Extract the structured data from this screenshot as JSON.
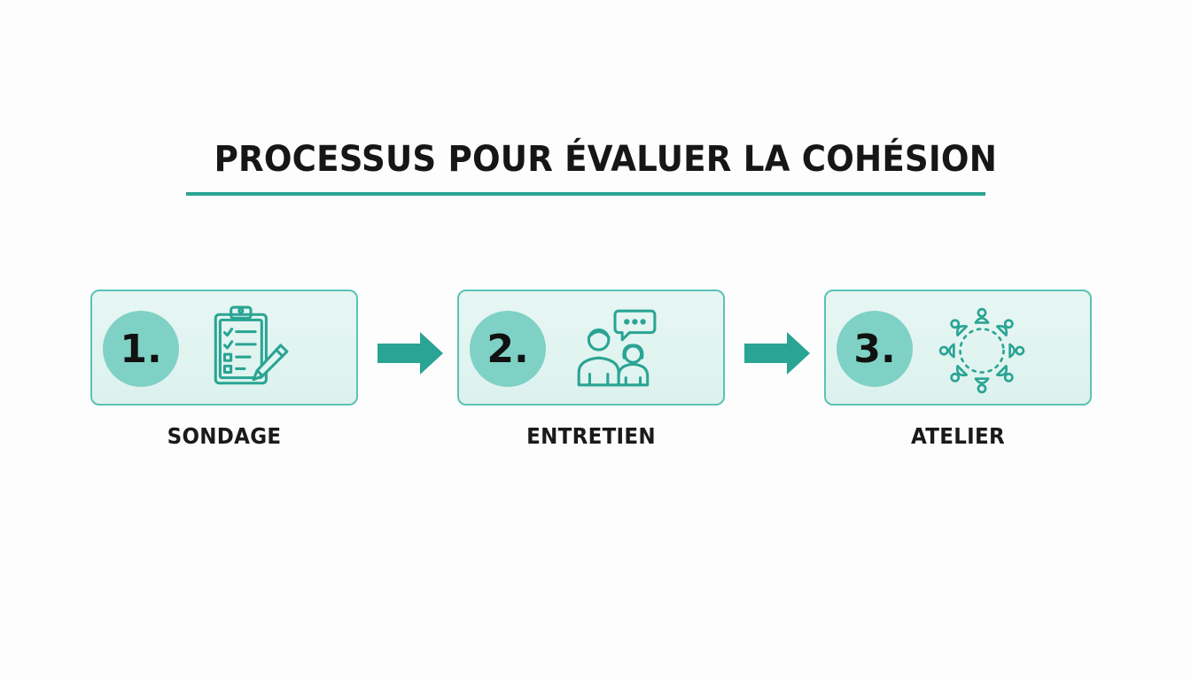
{
  "title": "PROCESSUS POUR ÉVALUER LA COHÉSION",
  "colors": {
    "accent": "#2aa494",
    "card_border": "#5cc2b3",
    "card_fill": "#e2f4f0",
    "circle_fill": "#7fd1c5",
    "text": "#161616"
  },
  "steps": [
    {
      "number": "1.",
      "label": "SONDAGE",
      "icon": "clipboard-checklist-pencil-icon"
    },
    {
      "number": "2.",
      "label": "ENTRETIEN",
      "icon": "two-people-speech-bubble-icon"
    },
    {
      "number": "3.",
      "label": "ATELIER",
      "icon": "people-circle-icon"
    }
  ]
}
